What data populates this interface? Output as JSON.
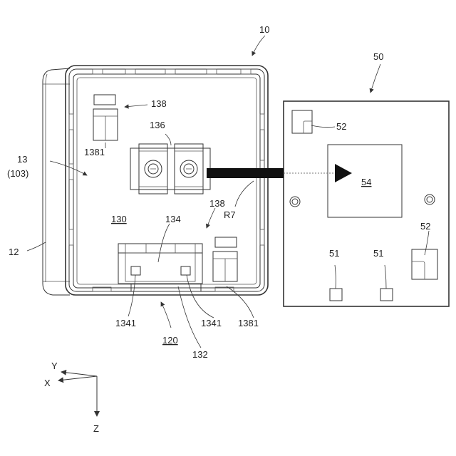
{
  "labels": {
    "ref_10": "10",
    "ref_50": "50",
    "ref_138_top": "138",
    "ref_1381_top": "1381",
    "ref_136": "136",
    "ref_13": "13",
    "ref_103": "(103)",
    "ref_52_top": "52",
    "ref_54": "54",
    "ref_r7": "R7",
    "ref_138_bottom": "138",
    "ref_130": "130",
    "ref_134": "134",
    "ref_12": "12",
    "ref_52_bottom": "52",
    "ref_51_left": "51",
    "ref_51_right": "51",
    "ref_1341_left": "1341",
    "ref_1341_right": "1341",
    "ref_1381_bottom": "1381",
    "ref_120": "120",
    "ref_132": "132"
  },
  "axes": {
    "y": "Y",
    "x": "X",
    "z": "Z"
  }
}
